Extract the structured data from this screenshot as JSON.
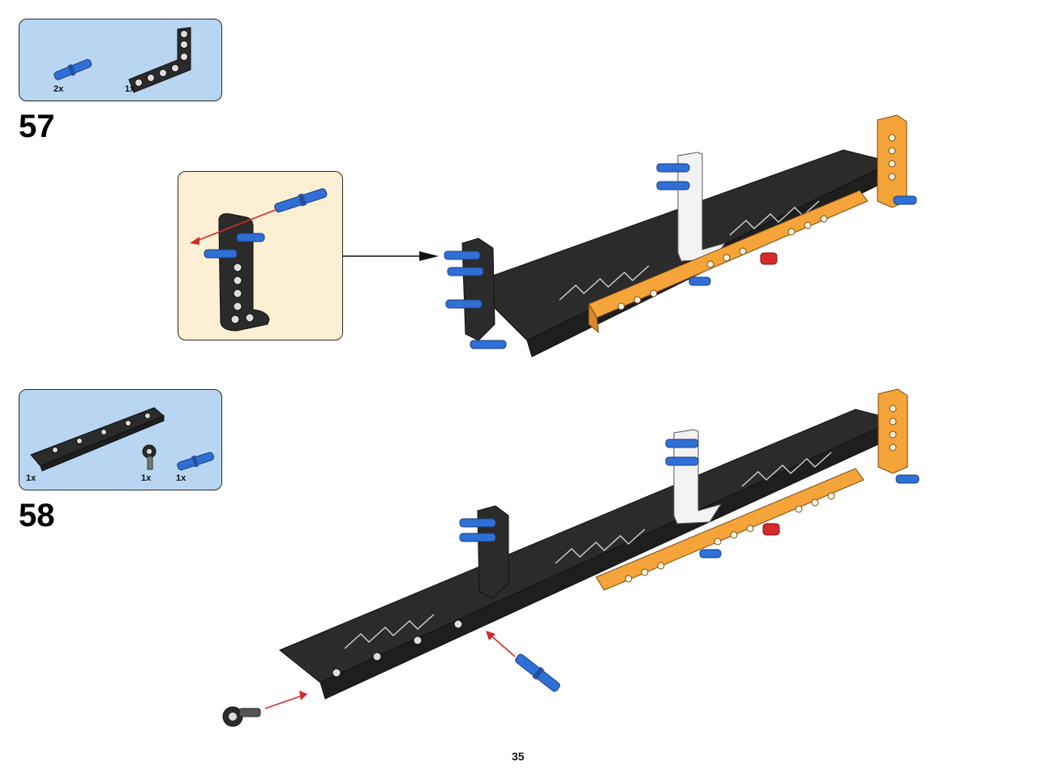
{
  "steps": [
    {
      "number": "57",
      "parts": [
        {
          "qty": "2x",
          "icon": "blue-axle-pin-icon"
        },
        {
          "qty": "1x",
          "icon": "black-angled-beam-icon"
        }
      ]
    },
    {
      "number": "58",
      "parts": [
        {
          "qty": "1x",
          "icon": "black-long-panel-icon"
        },
        {
          "qty": "1x",
          "icon": "ball-joint-connector-icon"
        },
        {
          "qty": "1x",
          "icon": "blue-axle-pin-icon"
        }
      ]
    }
  ],
  "page_number": "35",
  "colors": {
    "parts_box": "#b8d6f2",
    "callout": "#fdefd3",
    "beam_black": "#2b2b2b",
    "beam_orange": "#f5a43a",
    "pin_blue": "#2f6fd6",
    "pin_red": "#d62a2a",
    "arrow_red": "#d62a2a"
  }
}
